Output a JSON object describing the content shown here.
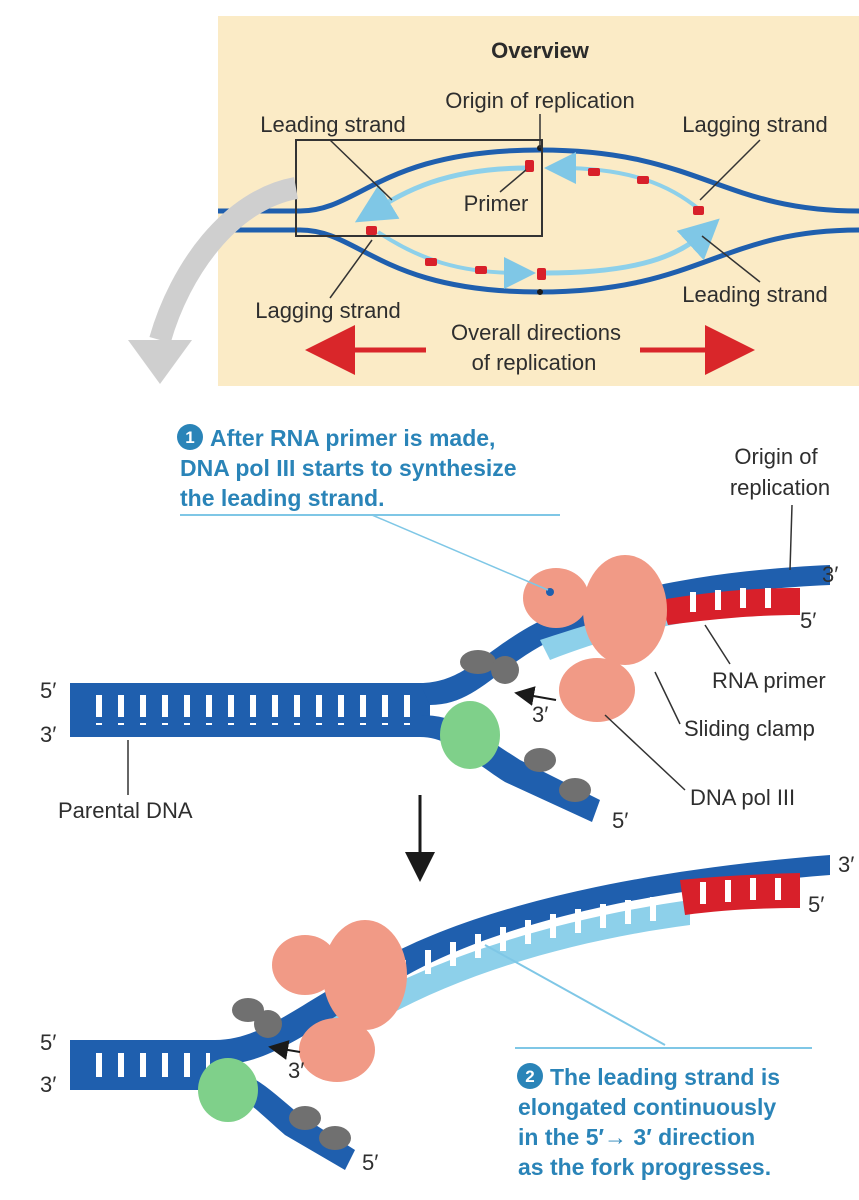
{
  "overview": {
    "title": "Overview",
    "origin_label": "Origin of replication",
    "leading_strand_top": "Leading strand",
    "lagging_strand_top": "Lagging strand",
    "primer_label": "Primer",
    "lagging_strand_bottom": "Lagging strand",
    "leading_strand_bottom": "Leading strand",
    "directions_line1": "Overall directions",
    "directions_line2": "of replication"
  },
  "step1": {
    "number": "1",
    "line1": "After RNA primer is made,",
    "line2": "DNA pol III starts to synthesize",
    "line3": "the leading strand.",
    "origin_line1": "Origin of",
    "origin_line2": "replication",
    "end_3_top": "3′",
    "end_5_top": "5′",
    "end_5_left": "5′",
    "end_3_left": "3′",
    "end_3_inner": "3′",
    "end_5_bottom": "5′",
    "rna_primer": "RNA primer",
    "sliding_clamp": "Sliding clamp",
    "dna_pol": "DNA pol III",
    "parental_dna": "Parental DNA"
  },
  "step2": {
    "number": "2",
    "line1": "The leading strand is",
    "line2": "elongated continuously",
    "line3": "in the 5′→ 3′ direction",
    "line4": "as the fork progresses.",
    "end_3_top": "3′",
    "end_5_top": "5′",
    "end_5_left": "5′",
    "end_3_left": "3′",
    "end_3_inner": "3′",
    "end_5_bottom": "5′"
  },
  "colors": {
    "dna_dark": "#1f5fae",
    "dna_light": "#8dd0ea",
    "rna_primer": "#d8202a",
    "pol_iii": "#f19a86",
    "helicase": "#707070",
    "clamp_loader": "#7fd08a",
    "overview_bg": "#fbebc6",
    "arrow_red": "#d9262a",
    "step_text": "#2a84b8"
  }
}
